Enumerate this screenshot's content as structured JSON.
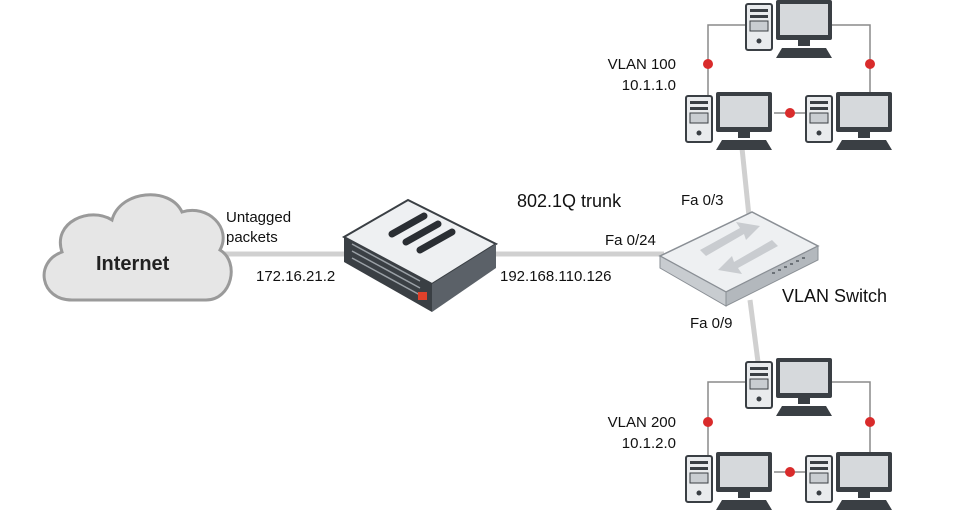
{
  "cloud": {
    "label": "Internet"
  },
  "links": {
    "untagged": "Untagged\npackets",
    "wan_ip": "172.16.21.2",
    "lan_ip": "192.168.110.126",
    "trunk": "802.1Q trunk",
    "fa24": "Fa 0/24",
    "fa3": "Fa 0/3",
    "fa9": "Fa 0/9"
  },
  "switch": {
    "label": "VLAN Switch"
  },
  "vlans": [
    {
      "name": "VLAN 100",
      "subnet": "10.1.1.0"
    },
    {
      "name": "VLAN 200",
      "subnet": "10.1.2.0"
    }
  ],
  "colors": {
    "link": "#d0d0d0",
    "lan_line": "#8a8a8a",
    "node_dot": "#d92b2b",
    "cloud_fill": "#e6e6e6",
    "cloud_stroke": "#9a9a9a",
    "device_dark": "#3a3f44",
    "device_light": "#e9ebed",
    "firewall_logo": "#e0412b"
  }
}
